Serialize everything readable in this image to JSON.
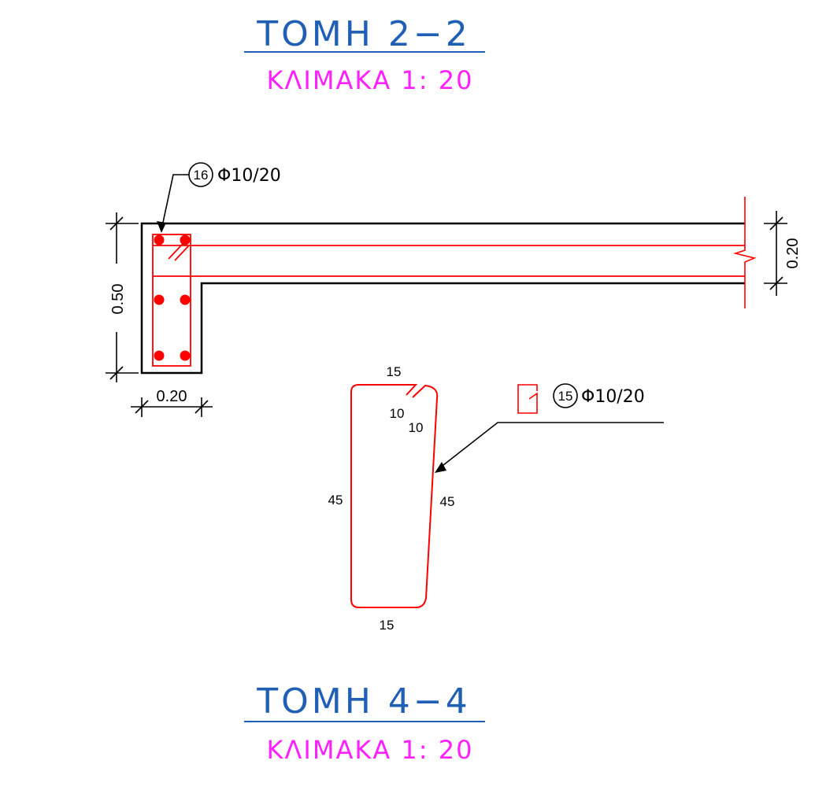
{
  "section_top": {
    "title": "ΤΟΜΗ 2−2",
    "scale": "ΚΛΙΜΑΚΑ 1: 20"
  },
  "section_bottom": {
    "title": "ΤΟΜΗ 4−4",
    "scale": "ΚΛΙΜΑΚΑ 1: 20"
  },
  "beam": {
    "height_dim": "0.50",
    "width_dim": "0.20",
    "slab_dim": "0.20",
    "stirrup_callout_number": "16",
    "stirrup_callout_text": "Φ10/20"
  },
  "stirrup_detail": {
    "callout_number": "15",
    "callout_text": "Φ10/20",
    "top_length": "15",
    "bottom_length": "15",
    "left_length": "45",
    "right_length": "45",
    "hook_a": "10",
    "hook_b": "10"
  },
  "colors": {
    "title": "#1f5fb4",
    "scale": "#ff20ff",
    "rebar": "#ff0000",
    "concrete": "#000000"
  }
}
